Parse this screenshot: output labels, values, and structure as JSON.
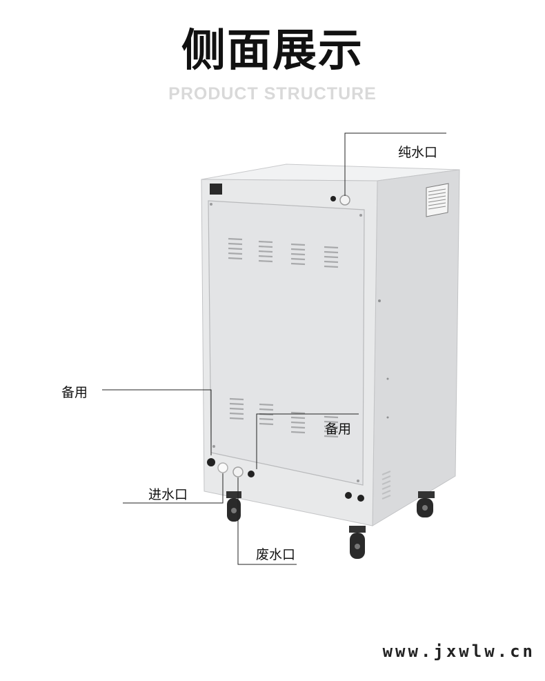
{
  "header": {
    "title": "侧面展示",
    "subtitle": "PRODUCT STRUCTURE"
  },
  "callouts": {
    "pure_water_outlet": "纯水口",
    "spare_left": "备用",
    "spare_right": "备用",
    "water_inlet": "进水口",
    "waste_water_outlet": "废水口"
  },
  "footer": {
    "website": "www.jxwlw.cn"
  },
  "colors": {
    "cabinet_front": "#e8e9ea",
    "cabinet_side": "#d9dadc",
    "cabinet_top": "#f1f2f3",
    "leader_line": "#222222"
  }
}
